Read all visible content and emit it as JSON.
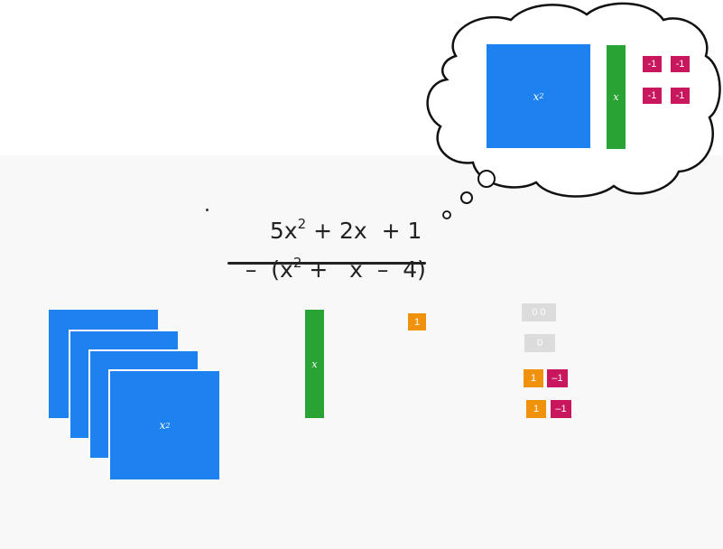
{
  "equation": {
    "line1": "5x² + 2x  + 1",
    "line1_parts": {
      "a": "5x",
      "exp": "2",
      "b": " + 2x  + 1"
    },
    "line2_parts": {
      "a": "–  (x",
      "exp": "2",
      "b": " +   x  –  4)"
    }
  },
  "tile_labels": {
    "x_squared_base": "x",
    "x_squared_exp": "2",
    "x": "x",
    "one": "1",
    "neg_one": "-1",
    "neg_one_alt": "–1",
    "zero": "0"
  },
  "colors": {
    "x_squared": "#1d82f0",
    "x": "#2aa335",
    "positive_unit": "#f0920e",
    "negative_unit": "#c8175c",
    "zero_pair": "#dcdcdc"
  },
  "thought_bubble": {
    "tiles": [
      "x²",
      "x",
      "-1",
      "-1",
      "-1",
      "-1"
    ]
  },
  "workspace": {
    "x_squared_count": 4,
    "x_count": 1,
    "positive_units": 1,
    "zero_pairs_faded": 2,
    "zero_pairs_active": 2
  }
}
